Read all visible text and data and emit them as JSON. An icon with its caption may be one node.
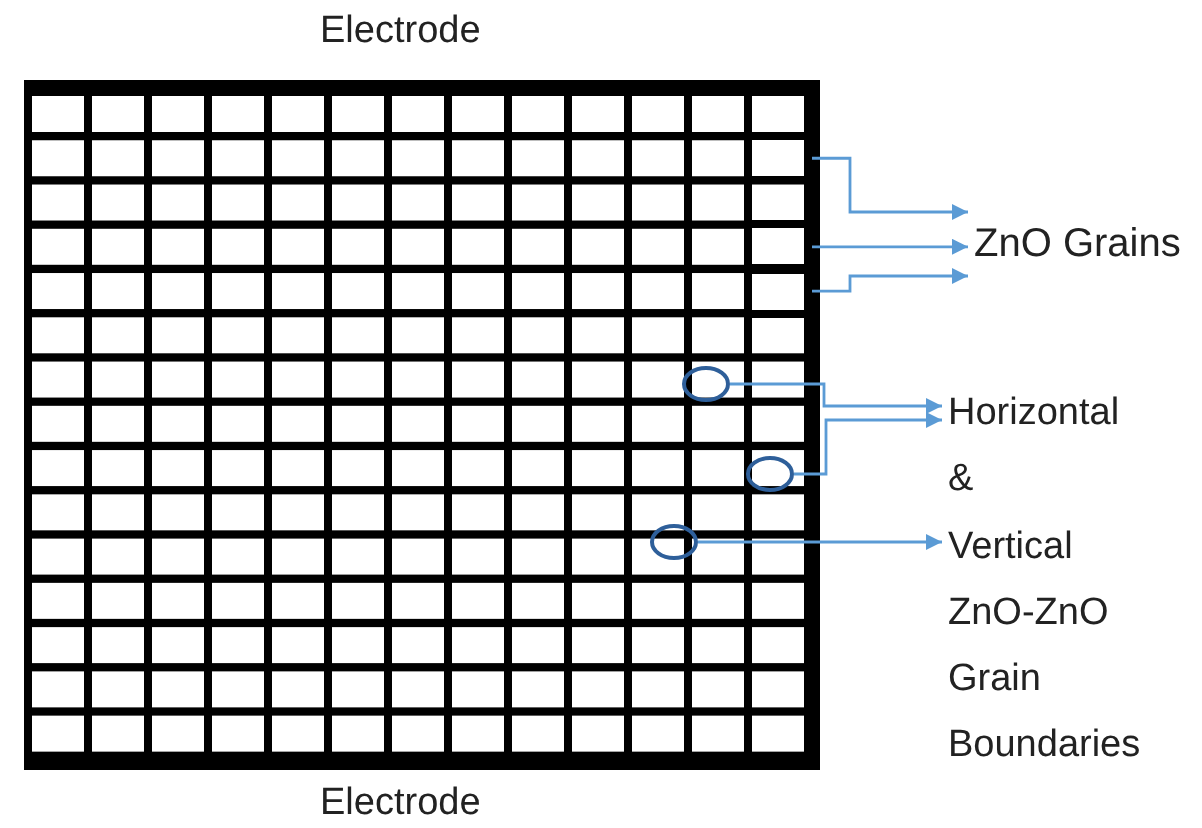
{
  "diagram": {
    "nodes": [
      {
        "text": [
          "ZnO Grains"
        ]
      },
      {
        "text": [
          "Horizontal & Vertical ZnO-ZnO Grain Boundaries"
        ]
      },
      {
        "text": [],
        "shape": "box"
      },
      {
        "text": [],
        "shape": "box"
      },
      {
        "text": [],
        "shape": "box"
      },
      {
        "text": [],
        "shape": "circle"
      },
      {
        "text": [],
        "shape": "circle"
      },
      {
        "text": [],
        "shape": "circle"
      }
    ],
    "edges": [
      {
        "from": 2,
        "to": 0,
        "arrow": "to"
      },
      {
        "from": 3,
        "to": 0,
        "arrow": "to"
      },
      {
        "from": 4,
        "to": 0,
        "arrow": "to"
      },
      {
        "from": 5,
        "to": 1,
        "arrow": "to"
      },
      {
        "from": 6,
        "to": 1,
        "arrow": "to"
      },
      {
        "from": 7,
        "to": 1,
        "arrow": "to"
      }
    ],
    "labels": [
      "Electrode",
      "Electrode"
    ]
  }
}
